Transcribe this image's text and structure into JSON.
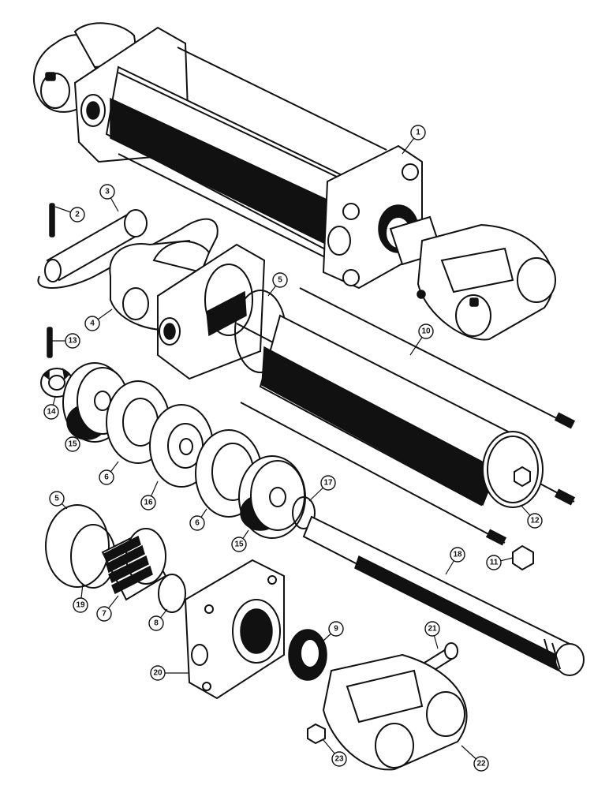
{
  "diagram": {
    "callouts": [
      "1",
      "2",
      "3",
      "4",
      "5",
      "10",
      "13",
      "14",
      "15",
      "6",
      "16",
      "6",
      "15",
      "17",
      "12",
      "5",
      "19",
      "7",
      "8",
      "20",
      "9",
      "18",
      "11",
      "21",
      "22",
      "23"
    ]
  }
}
